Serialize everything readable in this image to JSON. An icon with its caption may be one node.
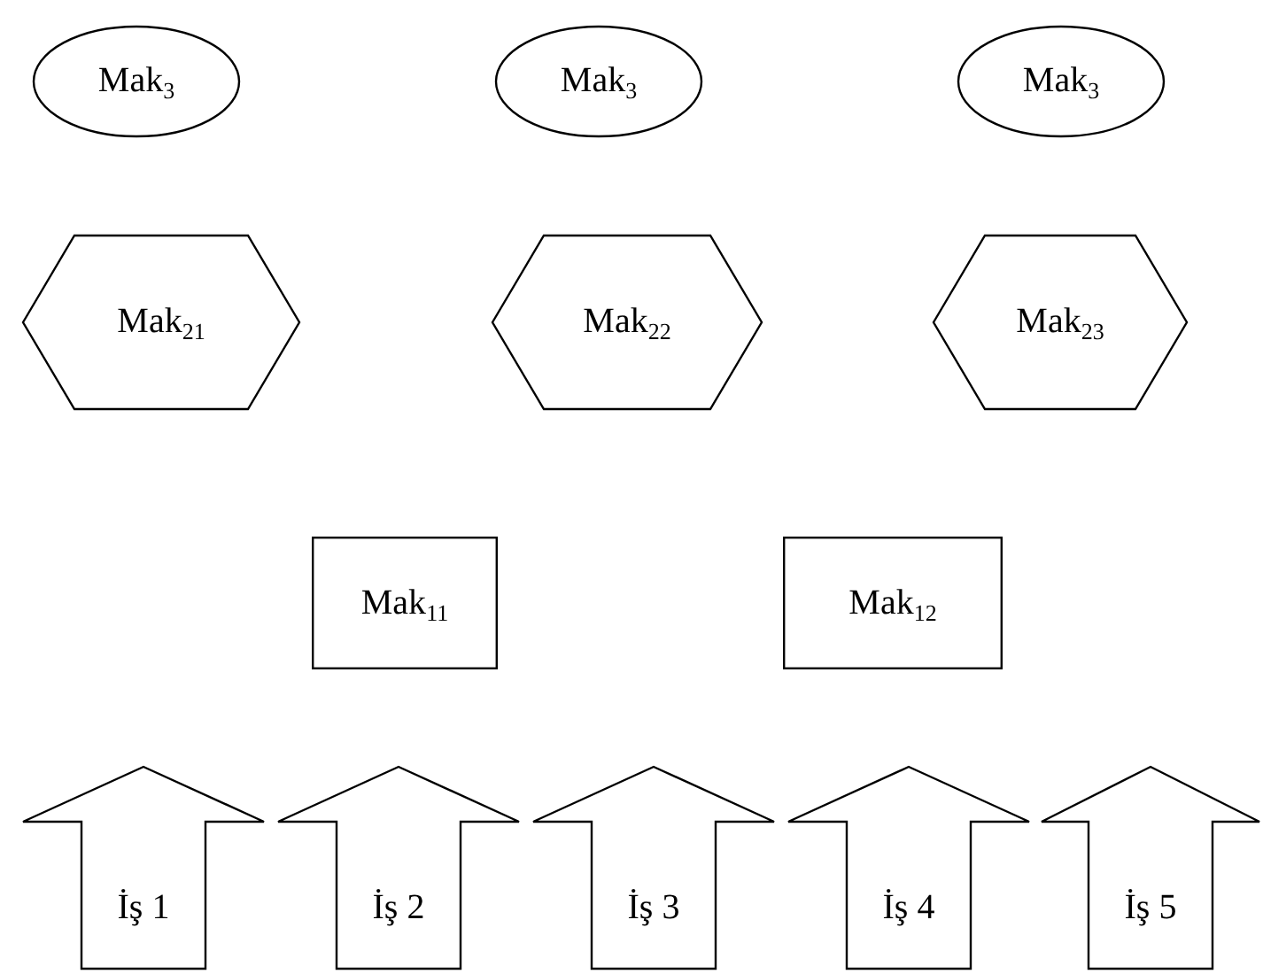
{
  "diagram": {
    "nodes": [
      {
        "text": [
          "Mak$_{3}$"
        ]
      },
      {
        "text": [
          "Mak$_{3}$"
        ]
      },
      {
        "text": [
          "Mak$_{3}$"
        ]
      },
      {
        "text": [
          "Mak$_{21}$"
        ]
      },
      {
        "text": [
          "Mak$_{22}$"
        ]
      },
      {
        "text": [
          "Mak$_{23}$"
        ]
      },
      {
        "text": [
          "Mak$_{11}$"
        ]
      },
      {
        "text": [
          "Mak$_{12}$"
        ]
      },
      {
        "text": [
          "İş 1"
        ]
      },
      {
        "text": [
          "İş 2"
        ]
      },
      {
        "text": [
          "İş 3"
        ]
      },
      {
        "text": [
          "İş 4"
        ]
      },
      {
        "text": [
          "İş 5"
        ]
      }
    ],
    "edges": []
  }
}
